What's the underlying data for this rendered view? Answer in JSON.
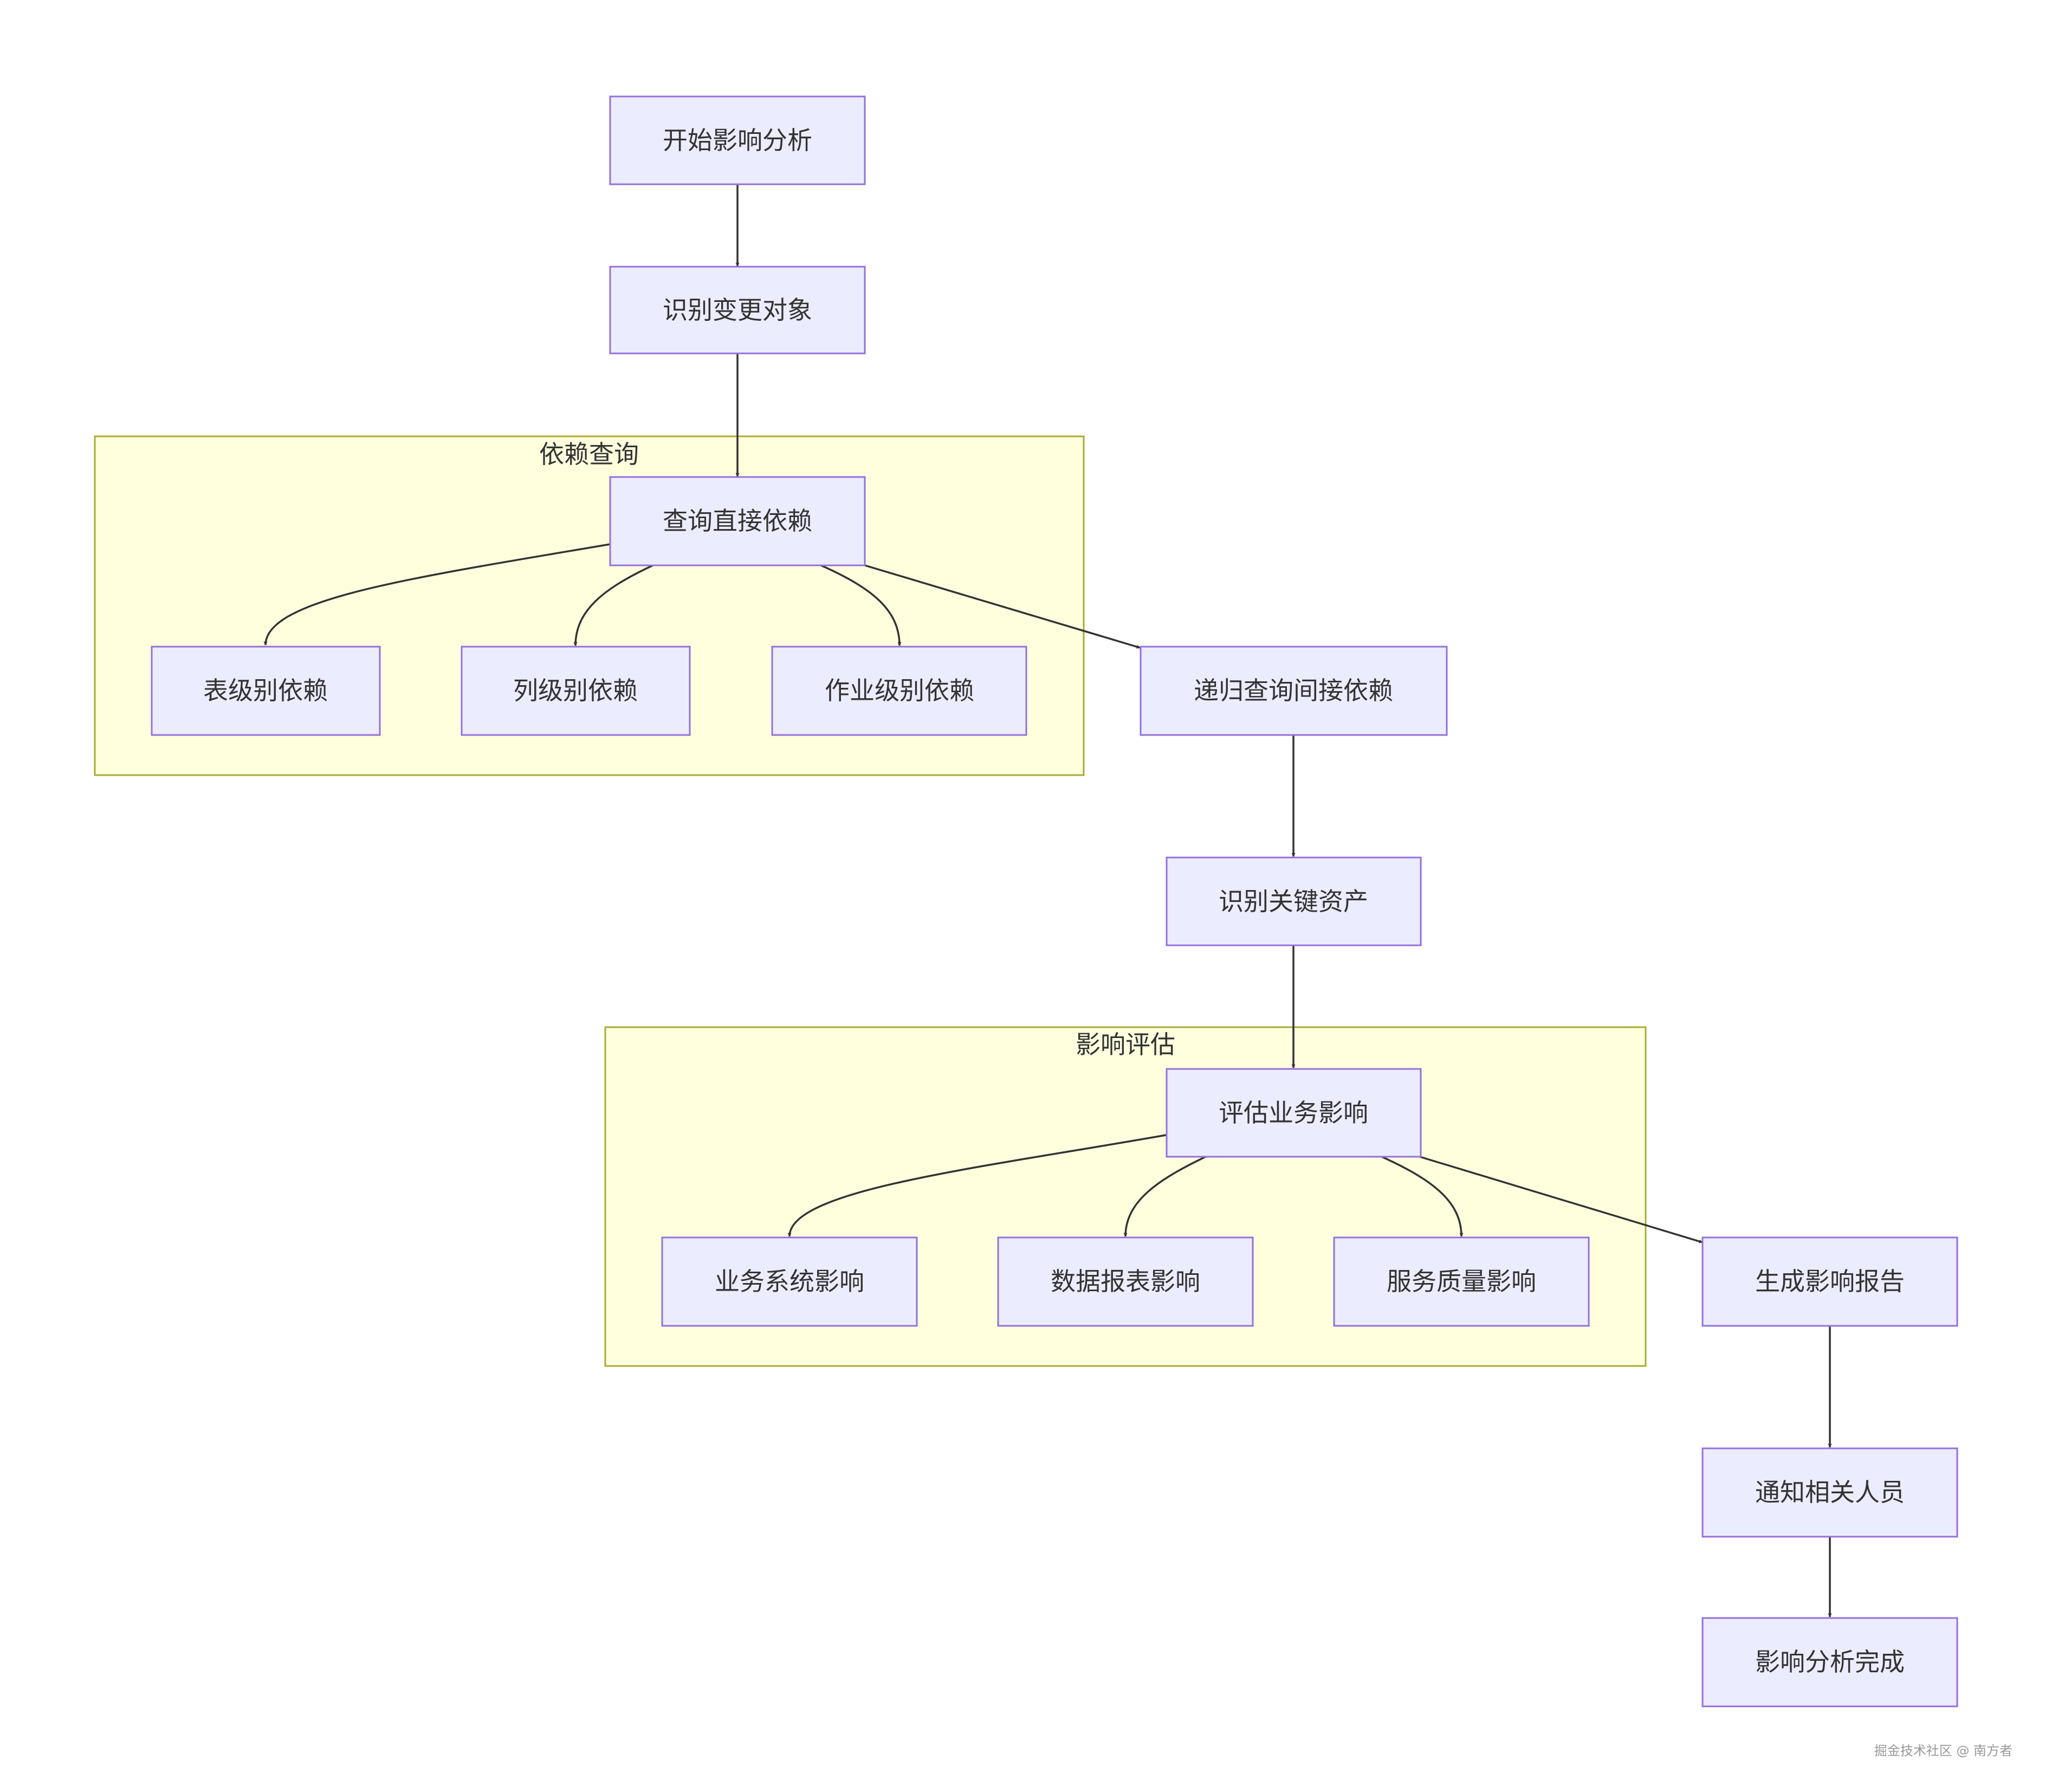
{
  "clusters": {
    "dependency_query": "依赖查询",
    "impact_assessment": "影响评估"
  },
  "nodes": {
    "start": "开始影响分析",
    "identify_change": "识别变更对象",
    "query_direct": "查询直接依赖",
    "table_level": "表级别依赖",
    "column_level": "列级别依赖",
    "job_level": "作业级别依赖",
    "recursive_indirect": "递归查询间接依赖",
    "identify_assets": "识别关键资产",
    "assess_business": "评估业务影响",
    "business_system": "业务系统影响",
    "data_report": "数据报表影响",
    "service_quality": "服务质量影响",
    "generate_report": "生成影响报告",
    "notify_people": "通知相关人员",
    "complete": "影响分析完成"
  },
  "watermark": "掘金技术社区 @ 南方者"
}
